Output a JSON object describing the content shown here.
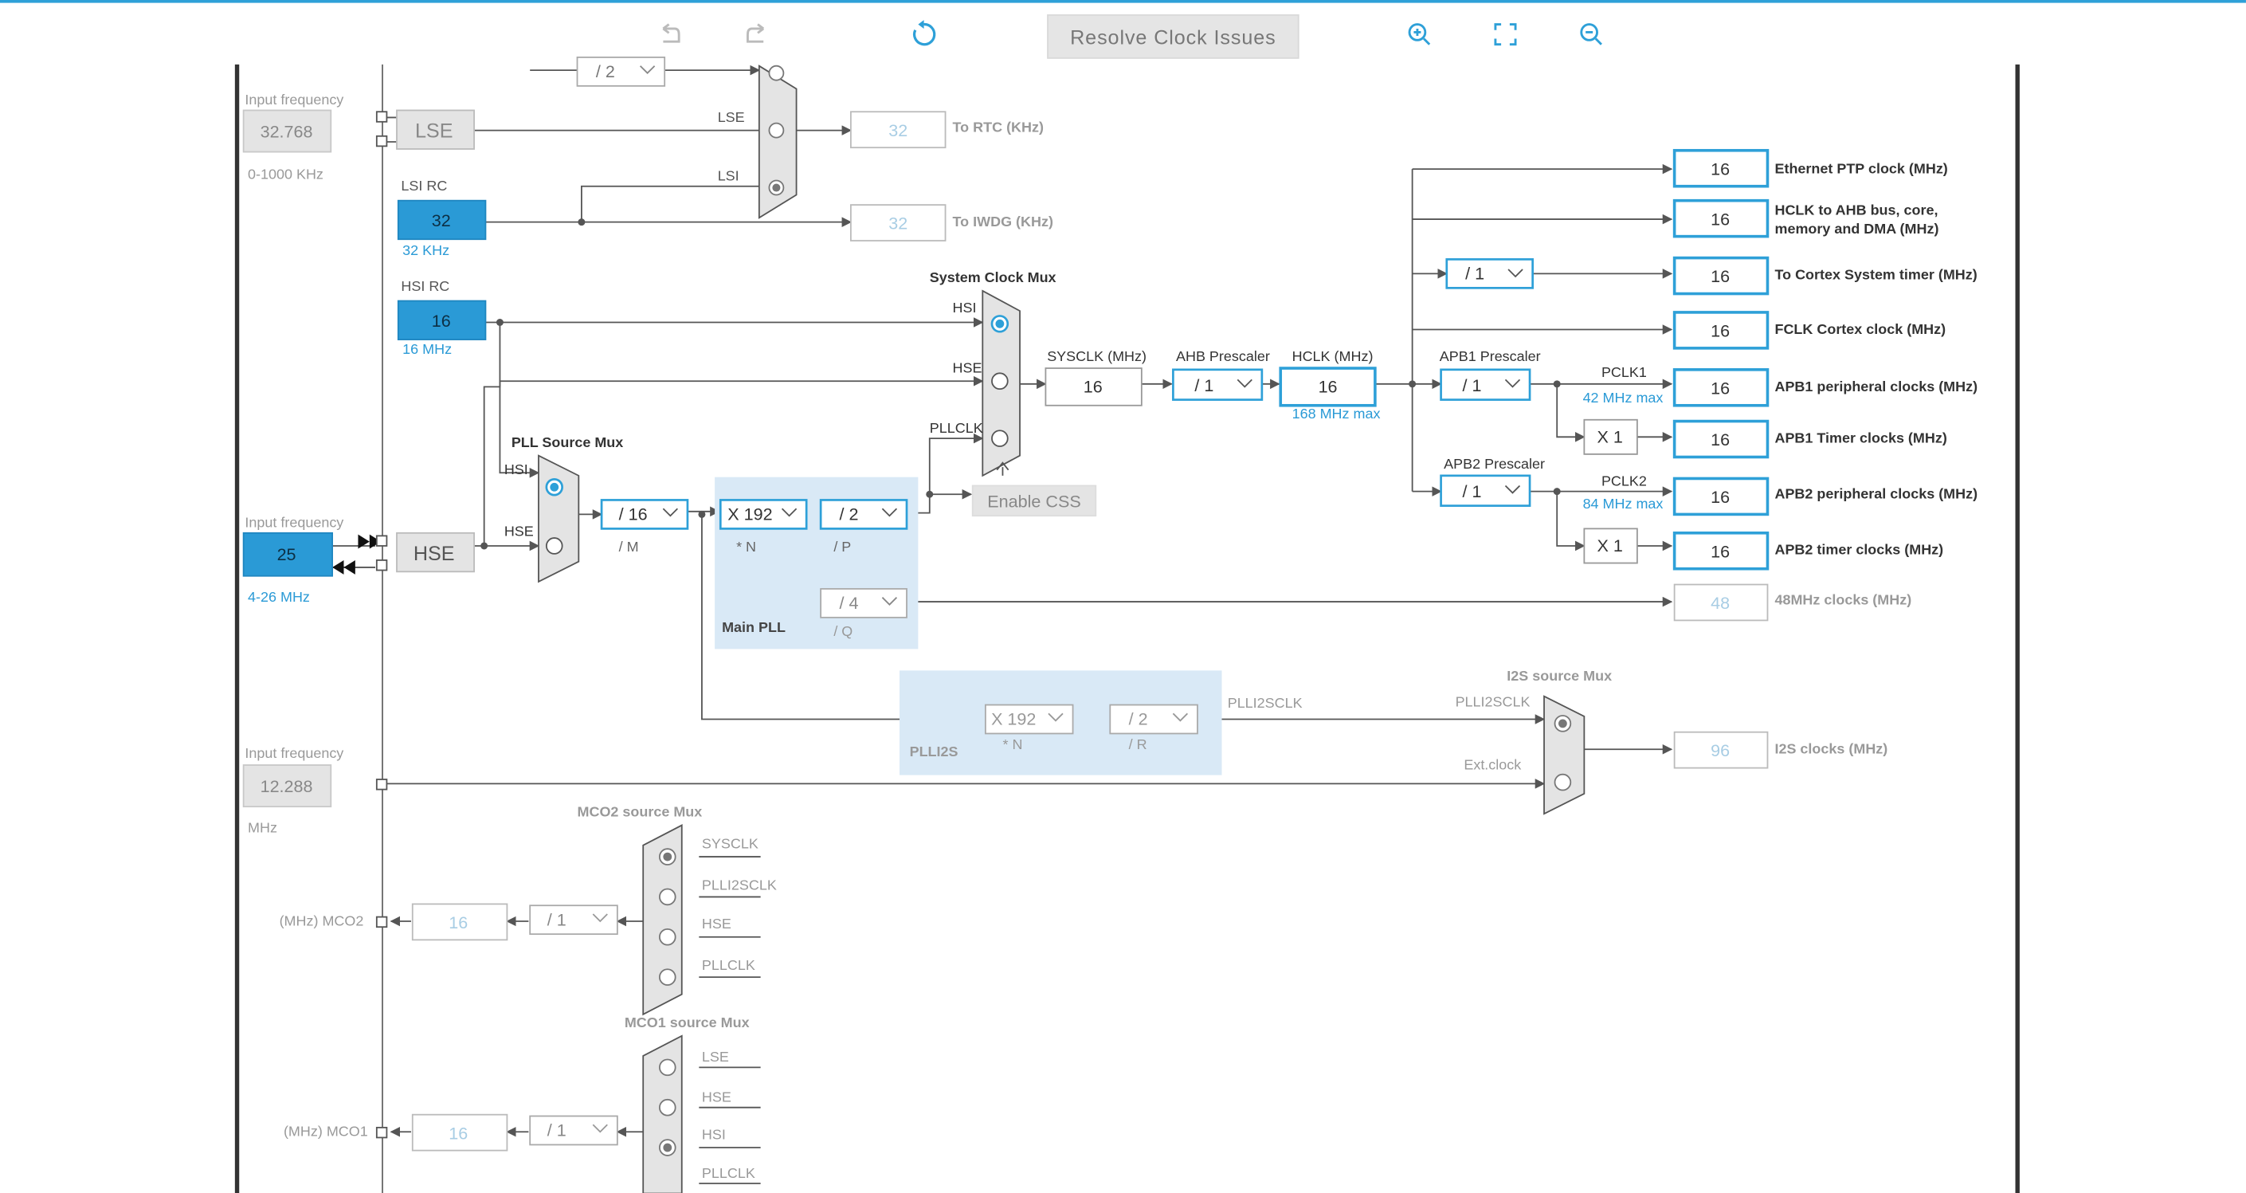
{
  "toolbar": {
    "undo_icon": "undo-icon",
    "redo_icon": "redo-icon",
    "refresh_icon": "refresh-icon",
    "resolve_label": "Resolve Clock Issues",
    "zoom_in_icon": "zoom-in-icon",
    "fit_icon": "fit-screen-icon",
    "zoom_out_icon": "zoom-out-icon"
  },
  "colors": {
    "accent": "#2ea0d8",
    "line": "#555555",
    "pll_bg": "#d9e9f6",
    "disabled": "#e4e4e4"
  },
  "inputs": {
    "lse": {
      "label": "Input frequency",
      "value": "32.768",
      "range": "0-1000 KHz",
      "name": "LSE"
    },
    "lsi": {
      "label": "LSI RC",
      "value": "32",
      "unit": "32 KHz"
    },
    "hsi": {
      "label": "HSI RC",
      "value": "16",
      "unit": "16 MHz"
    },
    "hse": {
      "label": "Input frequency",
      "value": "25",
      "range": "4-26 MHz",
      "name": "HSE"
    },
    "i2s_ext": {
      "label": "Input frequency",
      "value": "12.288",
      "unit": "MHz"
    }
  },
  "rtc": {
    "mux_lse": "LSE",
    "mux_lsi": "LSI",
    "prescaler": "/ 2",
    "value": "32",
    "label": "To RTC (KHz)"
  },
  "iwdg": {
    "value": "32",
    "label": "To IWDG (KHz)"
  },
  "sysclk_mux": {
    "title": "System Clock Mux",
    "hsi": "HSI",
    "hse": "HSE",
    "pllclk": "PLLCLK",
    "enable_css": "Enable CSS"
  },
  "pll_source_mux": {
    "title": "PLL Source Mux",
    "hsi": "HSI",
    "hse": "HSE"
  },
  "main_pll": {
    "title": "Main PLL",
    "m": "/ 16",
    "m_label": "/ M",
    "n": "X 192",
    "n_label": "* N",
    "p": "/ 2",
    "p_label": "/ P",
    "q": "/ 4",
    "q_label": "/ Q"
  },
  "sysclk": {
    "label": "SYSCLK (MHz)",
    "value": "16"
  },
  "ahb": {
    "label": "AHB Prescaler",
    "value": "/ 1"
  },
  "hclk": {
    "label": "HCLK (MHz)",
    "value": "16",
    "max": "168 MHz max"
  },
  "apb1": {
    "label": "APB1 Prescaler",
    "value": "/ 1",
    "pclk": "PCLK1",
    "max": "42 MHz max",
    "timer_mult": "X 1"
  },
  "apb2": {
    "label": "APB2 Prescaler",
    "value": "/ 1",
    "pclk": "PCLK2",
    "max": "84 MHz max",
    "timer_mult": "X 1"
  },
  "cortex_prescaler": "/ 1",
  "outputs": [
    {
      "value": "16",
      "label": "Ethernet PTP clock (MHz)"
    },
    {
      "value": "16",
      "label": "HCLK to AHB bus, core,",
      "label2": "memory and DMA (MHz)"
    },
    {
      "value": "16",
      "label": "To Cortex System timer (MHz)"
    },
    {
      "value": "16",
      "label": "FCLK Cortex clock (MHz)"
    },
    {
      "value": "16",
      "label": "APB1 peripheral clocks (MHz)"
    },
    {
      "value": "16",
      "label": "APB1 Timer clocks (MHz)"
    },
    {
      "value": "16",
      "label": "APB2 peripheral clocks (MHz)"
    },
    {
      "value": "16",
      "label": "APB2 timer clocks (MHz)"
    },
    {
      "value": "48",
      "label": "48MHz clocks (MHz)"
    }
  ],
  "plli2s": {
    "title": "PLLI2S",
    "n": "X 192",
    "n_label": "* N",
    "r": "/ 2",
    "r_label": "/ R",
    "out": "PLLI2SCLK"
  },
  "i2s_mux": {
    "title": "I2S source Mux",
    "plli2sclk": "PLLI2SCLK",
    "ext": "Ext.clock",
    "value": "96",
    "label": "I2S clocks (MHz)"
  },
  "mco2": {
    "title": "MCO2 source Mux",
    "options": [
      "SYSCLK",
      "PLLI2SCLK",
      "HSE",
      "PLLCLK"
    ],
    "prescaler": "/ 1",
    "value": "16",
    "label": "(MHz) MCO2"
  },
  "mco1": {
    "title": "MCO1 source Mux",
    "options": [
      "LSE",
      "HSE",
      "HSI",
      "PLLCLK"
    ],
    "prescaler": "/ 1",
    "value": "16",
    "label": "(MHz) MCO1"
  }
}
